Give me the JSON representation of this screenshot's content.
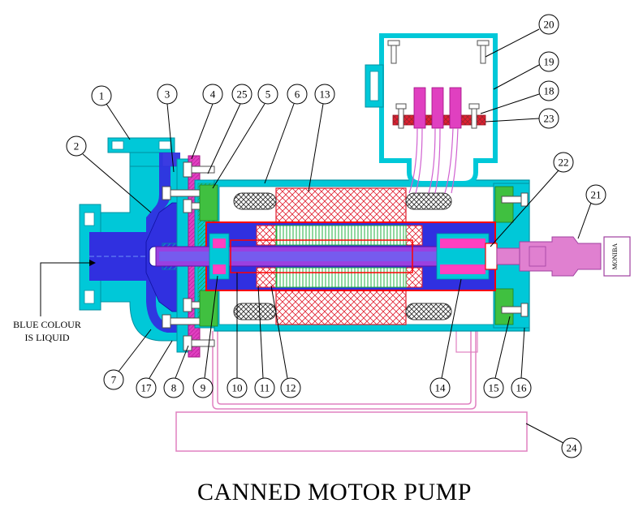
{
  "title": "CANNED MOTOR PUMP",
  "note": {
    "line1": "BLUE COLOUR",
    "line2": "IS LIQUID"
  },
  "brand_label": "MONIBA",
  "colors": {
    "liquid": "#3030e0",
    "casing": "#00c8d8",
    "stator_core": "#e02030",
    "rotor_core": "#20b040",
    "can": "#ff0000",
    "shaft": "#9a40e0",
    "gland": "#e040c0",
    "frame_line": "#e080c0",
    "bearing_cap": "#40c040",
    "winding": "#303030"
  },
  "callouts": [
    {
      "id": "1",
      "label": "1"
    },
    {
      "id": "2",
      "label": "2"
    },
    {
      "id": "3",
      "label": "3"
    },
    {
      "id": "4",
      "label": "4"
    },
    {
      "id": "5",
      "label": "5"
    },
    {
      "id": "6",
      "label": "6"
    },
    {
      "id": "7",
      "label": "7"
    },
    {
      "id": "8",
      "label": "8"
    },
    {
      "id": "9",
      "label": "9"
    },
    {
      "id": "10",
      "label": "10"
    },
    {
      "id": "11",
      "label": "11"
    },
    {
      "id": "12",
      "label": "12"
    },
    {
      "id": "13",
      "label": "13"
    },
    {
      "id": "14",
      "label": "14"
    },
    {
      "id": "15",
      "label": "15"
    },
    {
      "id": "16",
      "label": "16"
    },
    {
      "id": "17",
      "label": "17"
    },
    {
      "id": "18",
      "label": "18"
    },
    {
      "id": "19",
      "label": "19"
    },
    {
      "id": "20",
      "label": "20"
    },
    {
      "id": "21",
      "label": "21"
    },
    {
      "id": "22",
      "label": "22"
    },
    {
      "id": "23",
      "label": "23"
    },
    {
      "id": "24",
      "label": "24"
    },
    {
      "id": "25",
      "label": "25"
    }
  ]
}
